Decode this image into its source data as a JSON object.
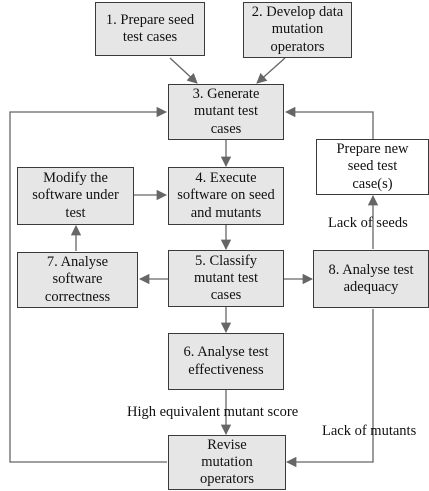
{
  "boxes": {
    "b1": "1. Prepare seed\ntest cases",
    "b2": "2. Develop data\nmutation\noperators",
    "b3": "3. Generate\nmutant test\ncases",
    "b4": "4. Execute\nsoftware on seed\nand mutants",
    "b5": "5. Classify\nmutant test\ncases",
    "b6": "6. Analyse test\neffectiveness",
    "b7": "7. Analyse\nsoftware\ncorrectness",
    "b8": "8. Analyse test\nadequacy",
    "modify": "Modify the\nsoftware under\ntest",
    "newseed": "Prepare new\nseed test\ncase(s)",
    "revise": "Revise\nmutation\noperators"
  },
  "labels": {
    "lack_seeds": "Lack of seeds",
    "lack_mutants": "Lack of mutants",
    "high_equiv": "High equivalent mutant score"
  }
}
